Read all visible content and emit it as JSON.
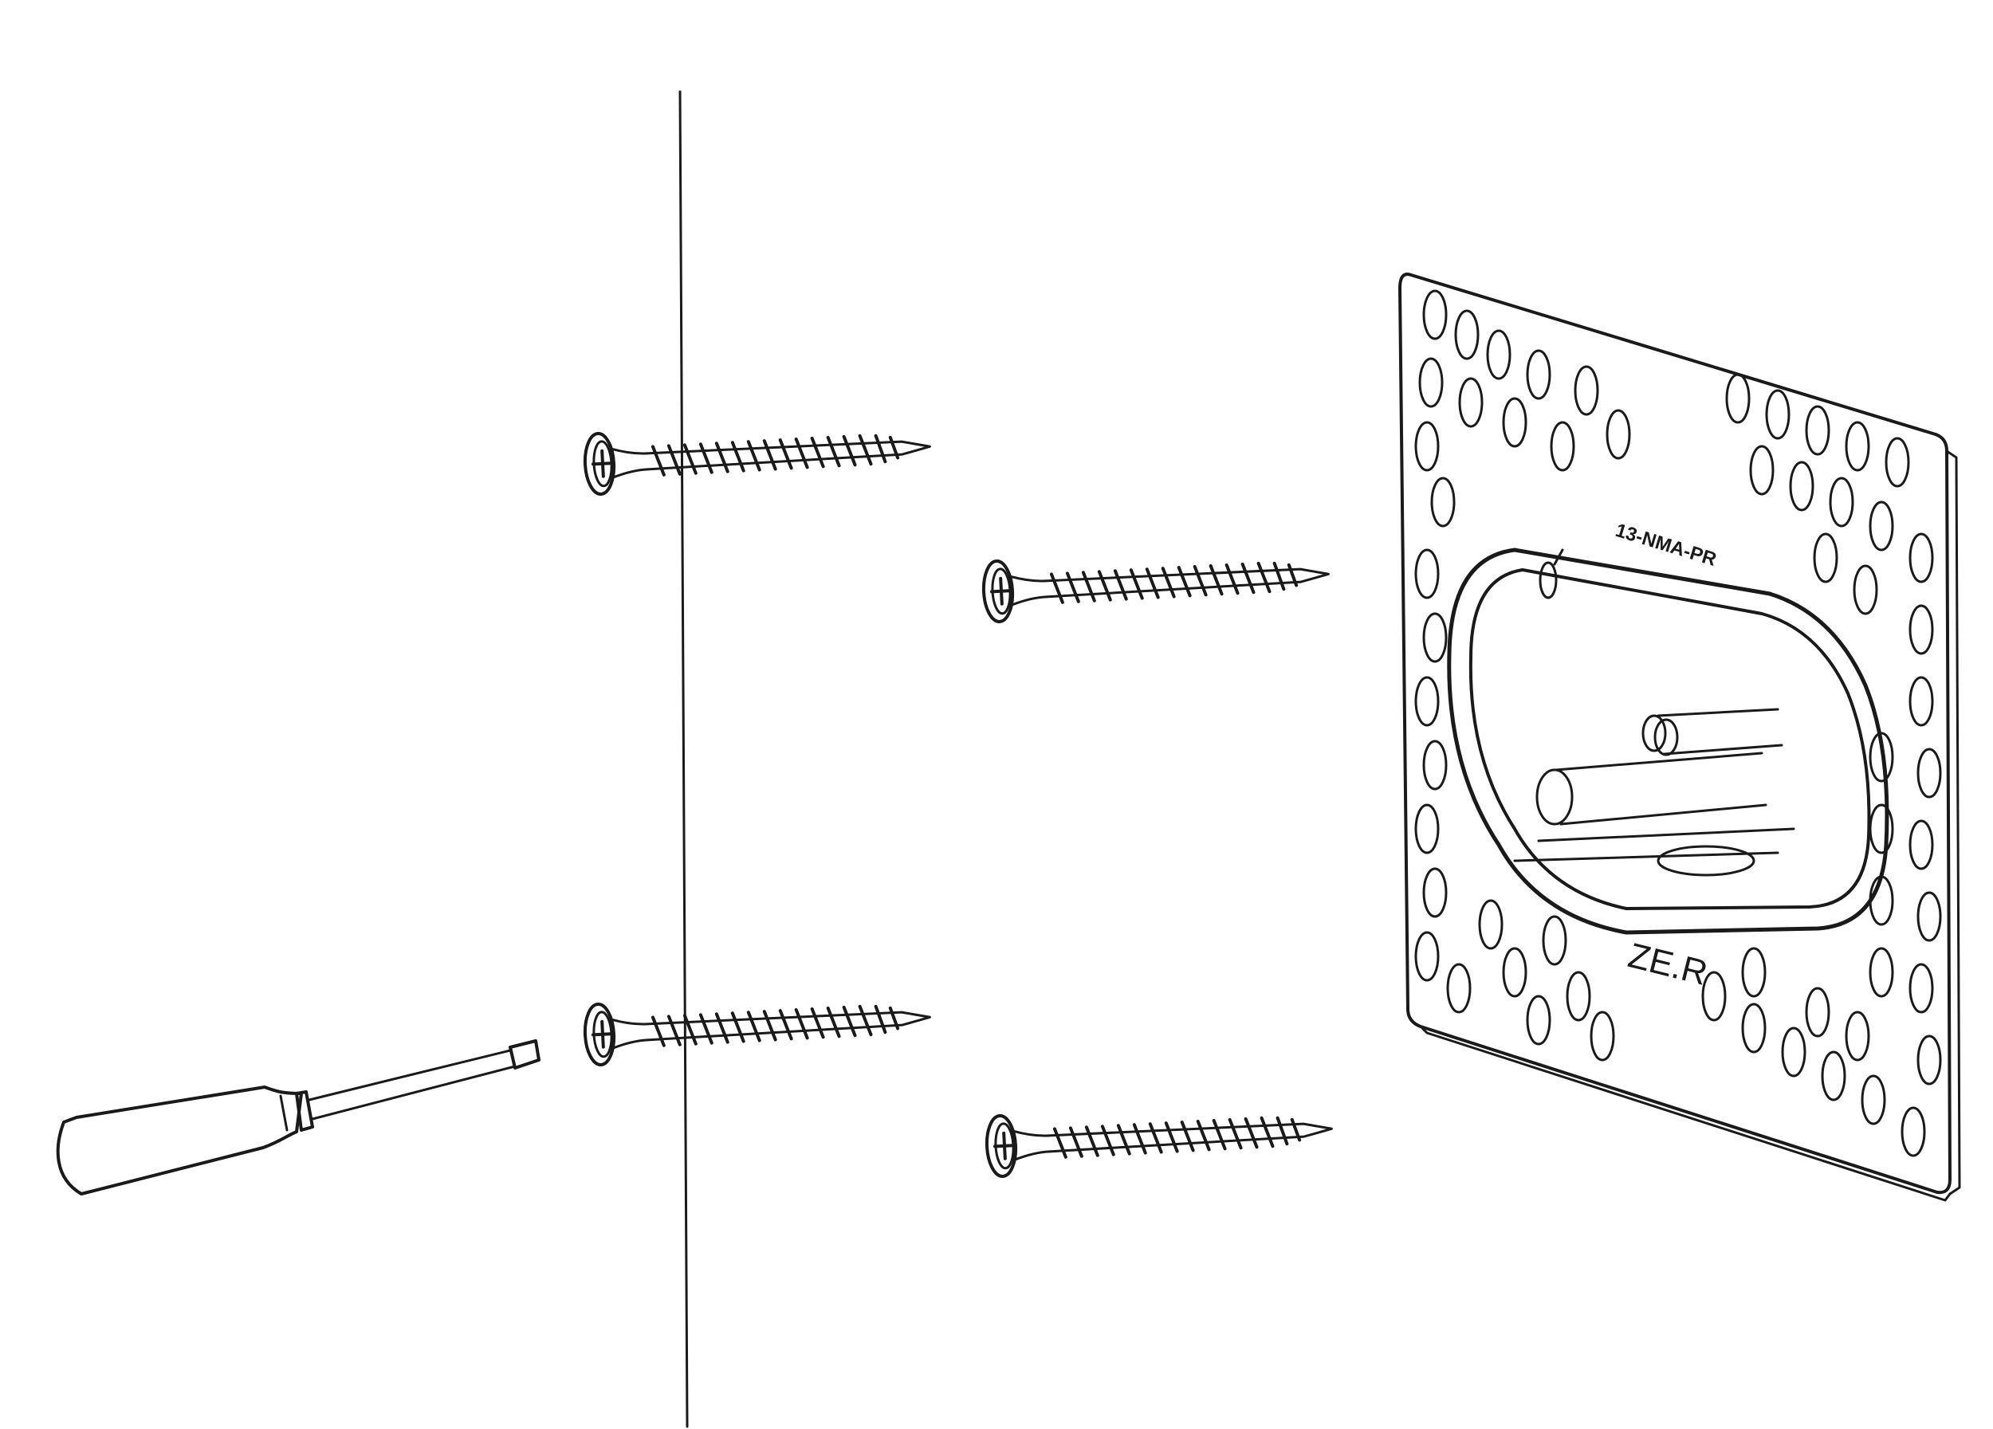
{
  "diagram": {
    "plate_model_label": "13-NMA-PR",
    "plate_logo": "ZE.R"
  },
  "colors": {
    "ink": "#1a1a1a",
    "paper": "#ffffff"
  },
  "icons": [
    "screwdriver-icon",
    "screw-icon",
    "mounting-plate-icon",
    "wall-line"
  ]
}
